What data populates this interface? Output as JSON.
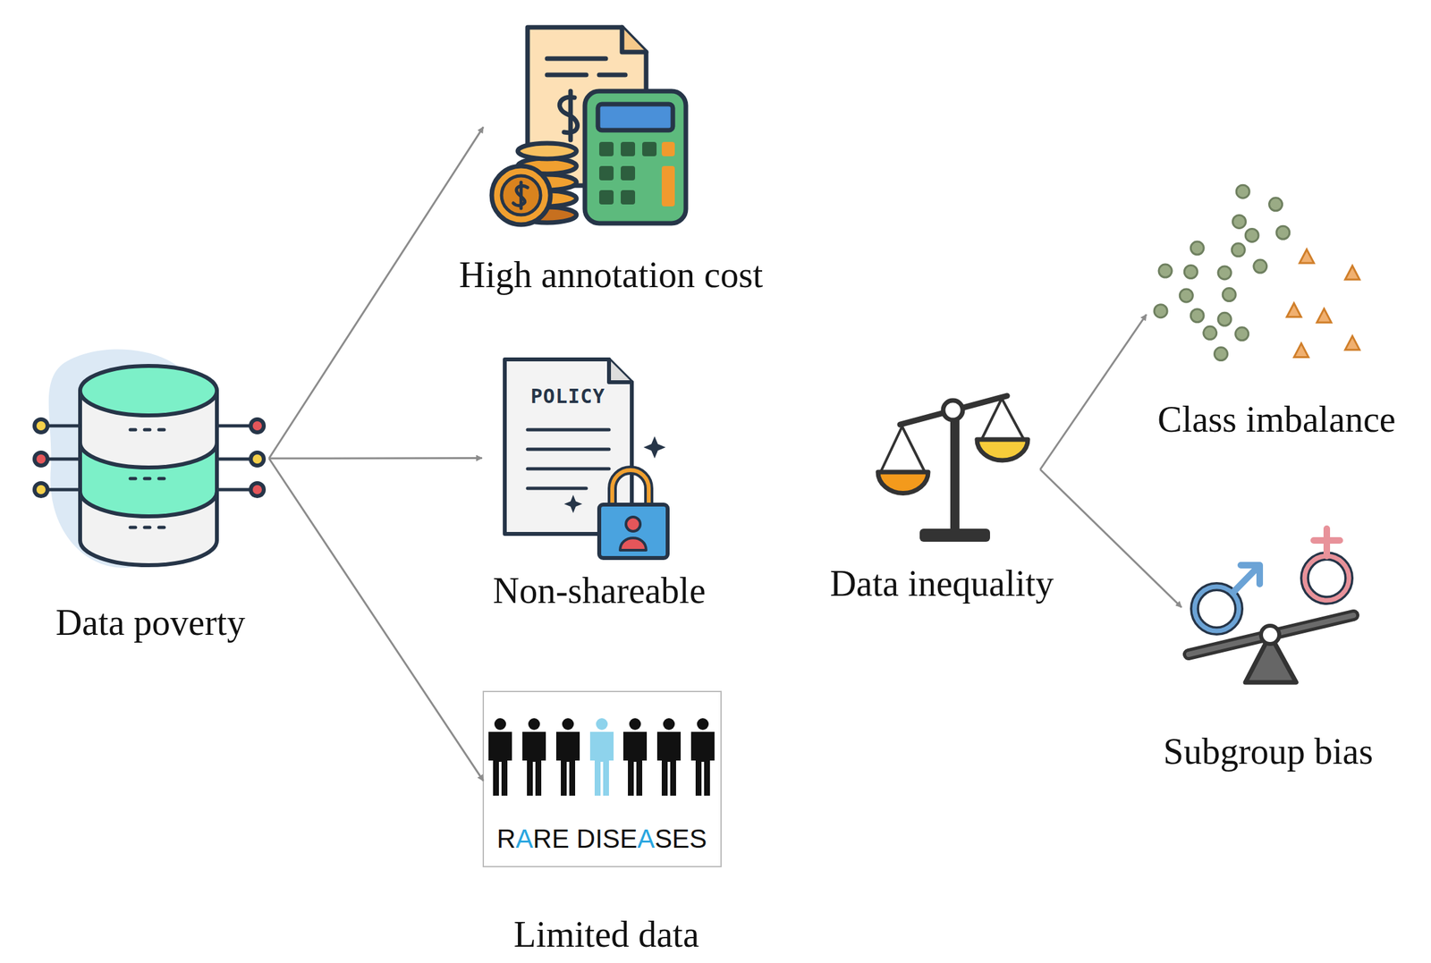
{
  "diagram": {
    "nodes": [
      {
        "text": [
          "Data poverty"
        ]
      },
      {
        "text": [
          "High annotation cost"
        ]
      },
      {
        "text": [
          "Non-shareable"
        ]
      },
      {
        "text": [
          "RARE DISEASES",
          "Limited data"
        ]
      },
      {
        "text": [
          "Data inequality"
        ]
      },
      {
        "text": [
          "Class imbalance"
        ]
      },
      {
        "text": [
          "Subgroup bias"
        ]
      }
    ],
    "edges": [
      {
        "from": 0,
        "to": 1,
        "arrow": "to"
      },
      {
        "from": 0,
        "to": 2,
        "arrow": "to"
      },
      {
        "from": 0,
        "to": 3,
        "arrow": "to"
      },
      {
        "from": 4,
        "to": 5,
        "arrow": "to"
      },
      {
        "from": 4,
        "to": 6,
        "arrow": "to"
      }
    ],
    "labels": [
      "POLICY"
    ]
  }
}
